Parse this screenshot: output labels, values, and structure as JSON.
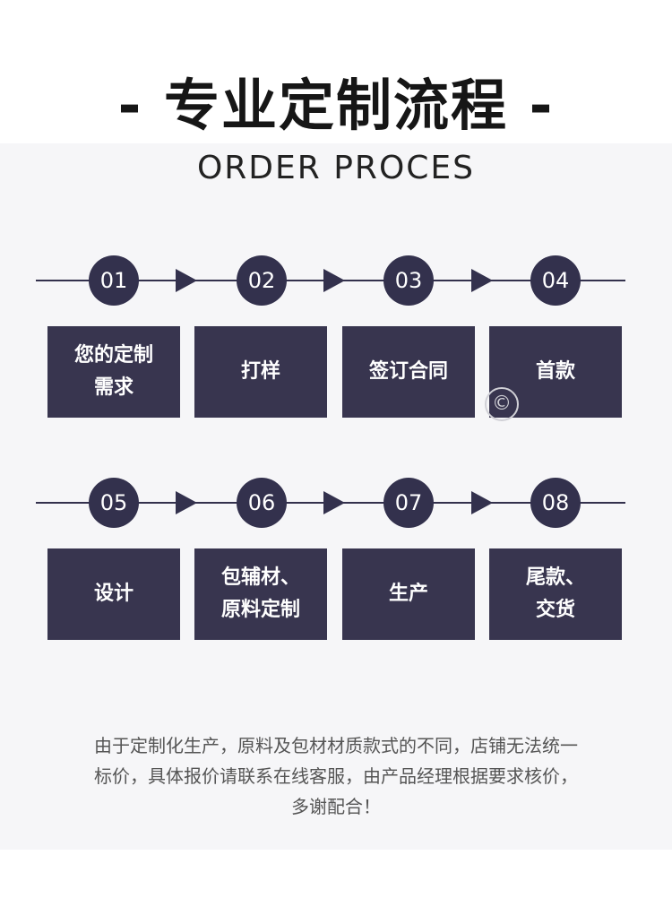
{
  "header": {
    "title": "- 专业定制流程 -",
    "subtitle": "ORDER PROCES"
  },
  "steps_row_1": [
    {
      "number": "01",
      "label": "您的定制\n需求"
    },
    {
      "number": "02",
      "label": "打样"
    },
    {
      "number": "03",
      "label": "签订合同"
    },
    {
      "number": "04",
      "label": "首款"
    }
  ],
  "steps_row_2": [
    {
      "number": "05",
      "label": "设计"
    },
    {
      "number": "06",
      "label": "包辅材、\n原料定制"
    },
    {
      "number": "07",
      "label": "生产"
    },
    {
      "number": "08",
      "label": "尾款、\n交货"
    }
  ],
  "watermark": "©",
  "footer": {
    "line1": "由于定制化生产，原料及包材材质款式的不同，店铺无法统一",
    "line2": "标价，具体报价请联系在线客服，由产品经理根据要求核价，",
    "line3": "多谢配合！"
  },
  "colors": {
    "accent": "#33314d",
    "box": "#38354f",
    "panel": "#f6f6f8"
  }
}
